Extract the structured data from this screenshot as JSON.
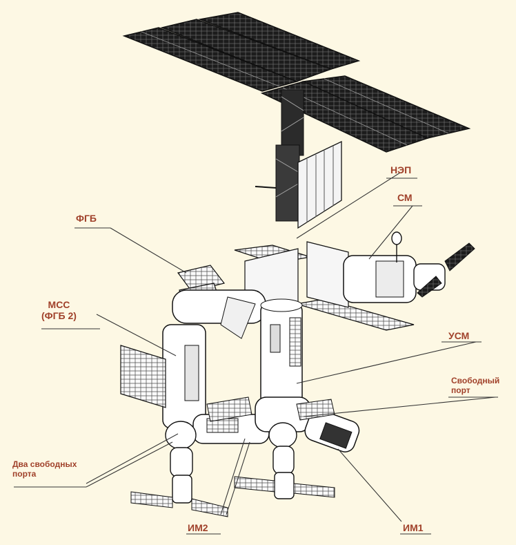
{
  "diagram": {
    "colors": {
      "background": "#fdf8e4",
      "label": "#a0412a",
      "line": "#2a2a2a",
      "hull": "#ffffff"
    },
    "labels": {
      "nep": "НЭП",
      "sm": "СМ",
      "fgb": "ФГБ",
      "mss_line1": "МСС",
      "mss_line2": "(ФГБ 2)",
      "usm": "УСМ",
      "free_port_line1": "Свободный",
      "free_port_line2": "порт",
      "two_ports_line1": "Два свободных",
      "two_ports_line2": "порта",
      "im1": "ИМ1",
      "im2": "ИМ2"
    }
  }
}
